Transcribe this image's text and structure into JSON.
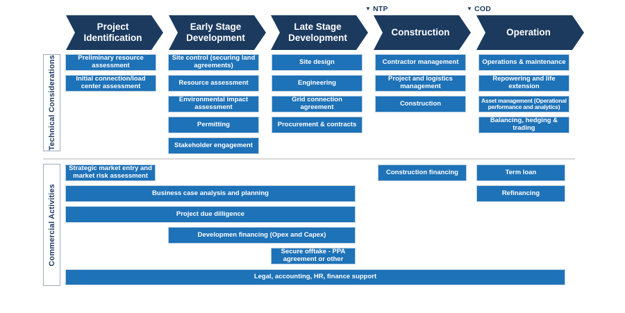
{
  "colors": {
    "navy": "#1b3a5e",
    "blue": "#1e72b8",
    "divider": "#d8d8d8",
    "text_on_blue": "#ffffff"
  },
  "milestones": [
    {
      "symbol": "▼",
      "label": "NTP"
    },
    {
      "symbol": "▼",
      "label": "COD"
    }
  ],
  "lanes": {
    "technical_label": "Technical Considerations",
    "commercial_label": "Commercial Activities"
  },
  "phases": [
    {
      "title": "Project Identification",
      "technical": [
        "Preliminary resource assessment",
        "Initial connection/load center assessment"
      ]
    },
    {
      "title": "Early Stage Development",
      "technical": [
        "Site control (securing land agreements)",
        "Resource assessment",
        "Environmental impact assessment",
        "Permitting",
        "Stakeholder engagement"
      ]
    },
    {
      "title": "Late Stage Development",
      "technical": [
        "Site design",
        "Engineering",
        "Grid connection agreement",
        "Procurement & contracts"
      ]
    },
    {
      "title": "Construction",
      "technical": [
        "Contractor management",
        "Project and logistics management",
        "Construction"
      ]
    },
    {
      "title": "Operation",
      "technical": [
        "Operations & maintenance",
        "Repowering and life extension",
        "Asset management (Operational performance and analytics)",
        "Balancing, hedging & trading"
      ]
    }
  ],
  "commercial": [
    "Strategic market entry and market risk assessment",
    "Business case analysis and planning",
    "Project due dilligence",
    "Developmen financing (Opex and Capex)",
    "Secure offtake - PPA agreement or other",
    "Construction financing",
    "Term loan",
    "Refinancing",
    "Legal, accounting, HR, finance support"
  ]
}
